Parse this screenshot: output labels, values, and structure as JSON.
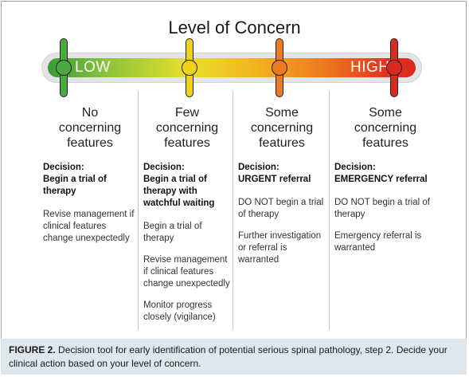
{
  "title": "Level of Concern",
  "scale": {
    "low_label": "LOW",
    "high_label": "HIGH"
  },
  "colors": {
    "green": "#3a9a36",
    "yellow": "#f0d21d",
    "orange": "#ee7a1f",
    "red": "#d92a1f",
    "caption_bg": "#dfe6ec"
  },
  "columns": [
    {
      "heading": [
        "No",
        "concerning",
        "features"
      ],
      "decision_label": "Decision:",
      "decision": "Begin a trial of therapy",
      "notes": [
        "Revise management if clinical features change unexpectedly"
      ]
    },
    {
      "heading": [
        "Few",
        "concerning",
        "features"
      ],
      "decision_label": "Decision:",
      "decision": "Begin a trial of therapy with watchful waiting",
      "notes": [
        "Begin a trial of therapy",
        "Revise management if clinical features change unexpectedly",
        "Monitor progress closely (vigilance)"
      ]
    },
    {
      "heading": [
        "Some",
        "concerning",
        "features"
      ],
      "decision_label": "Decision:",
      "decision": "URGENT referral",
      "notes": [
        "DO NOT begin a trial of therapy",
        "Further investigation or referral is warranted"
      ]
    },
    {
      "heading": [
        "Some",
        "concerning",
        "features"
      ],
      "decision_label": "Decision:",
      "decision": "EMERGENCY referral",
      "notes": [
        "DO NOT begin a trial of therapy",
        "Emergency referral is warranted"
      ]
    }
  ],
  "caption": {
    "label": "FIGURE 2.",
    "text": " Decision tool for early identification of potential serious spinal pathology, step 2. Decide your clinical action based on your level of concern."
  }
}
